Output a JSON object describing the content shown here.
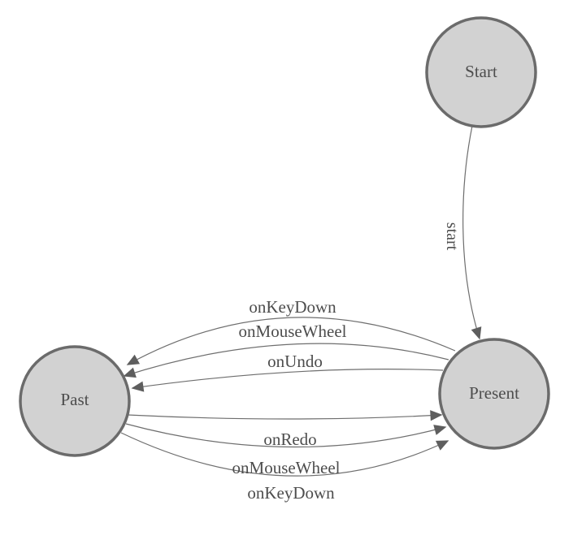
{
  "diagram": {
    "type": "state-machine",
    "colors": {
      "background": "#ffffff",
      "node_fill": "#d2d2d2",
      "node_border": "#6b6b6b",
      "edge_line": "#6e6e6e",
      "arrowhead": "#5e5e5e",
      "text": "#4d4d4d"
    },
    "nodes": [
      {
        "id": "start",
        "label": "Start"
      },
      {
        "id": "past",
        "label": "Past"
      },
      {
        "id": "present",
        "label": "Present"
      }
    ],
    "edges": [
      {
        "from": "start",
        "to": "present",
        "label": "start"
      },
      {
        "from": "present",
        "to": "past",
        "label": "onKeyDown"
      },
      {
        "from": "present",
        "to": "past",
        "label": "onMouseWheel"
      },
      {
        "from": "present",
        "to": "past",
        "label": "onUndo"
      },
      {
        "from": "past",
        "to": "present",
        "label": "onRedo"
      },
      {
        "from": "past",
        "to": "present",
        "label": "onMouseWheel"
      },
      {
        "from": "past",
        "to": "present",
        "label": "onKeyDown"
      }
    ]
  }
}
